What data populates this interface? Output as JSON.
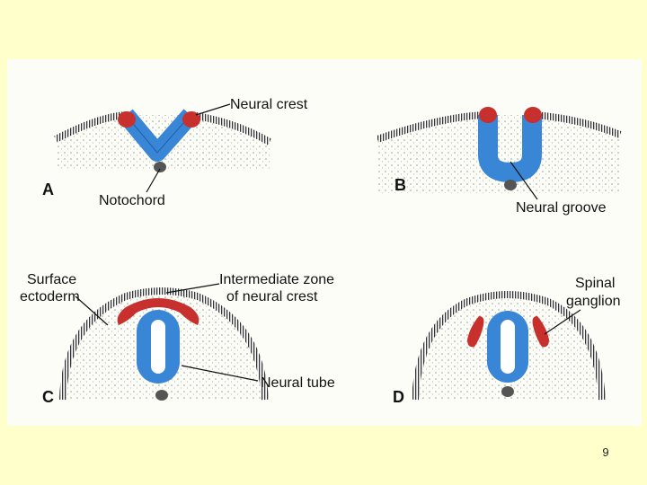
{
  "slide": {
    "page_number": "9"
  },
  "figure": {
    "colors": {
      "neural_tissue": "#3a86d6",
      "neural_crest": "#c8302e",
      "ectoderm_line": "#333333",
      "mesenchyme_dots": "#9a9a9a",
      "notochord": "#555555"
    },
    "panels": {
      "a": {
        "letter": "A",
        "labels": {
          "neural_crest": "Neural crest",
          "notochord": "Notochord"
        }
      },
      "b": {
        "letter": "B",
        "labels": {
          "neural_groove": "Neural groove"
        }
      },
      "c": {
        "letter": "C",
        "labels": {
          "surface_ectoderm_1": "Surface",
          "surface_ectoderm_2": "ectoderm",
          "intermediate_zone_1": "Intermediate zone",
          "intermediate_zone_2": "of neural crest",
          "neural_tube": "Neural tube"
        }
      },
      "d": {
        "letter": "D",
        "labels": {
          "spinal_ganglion_1": "Spinal",
          "spinal_ganglion_2": "ganglion"
        }
      }
    }
  }
}
